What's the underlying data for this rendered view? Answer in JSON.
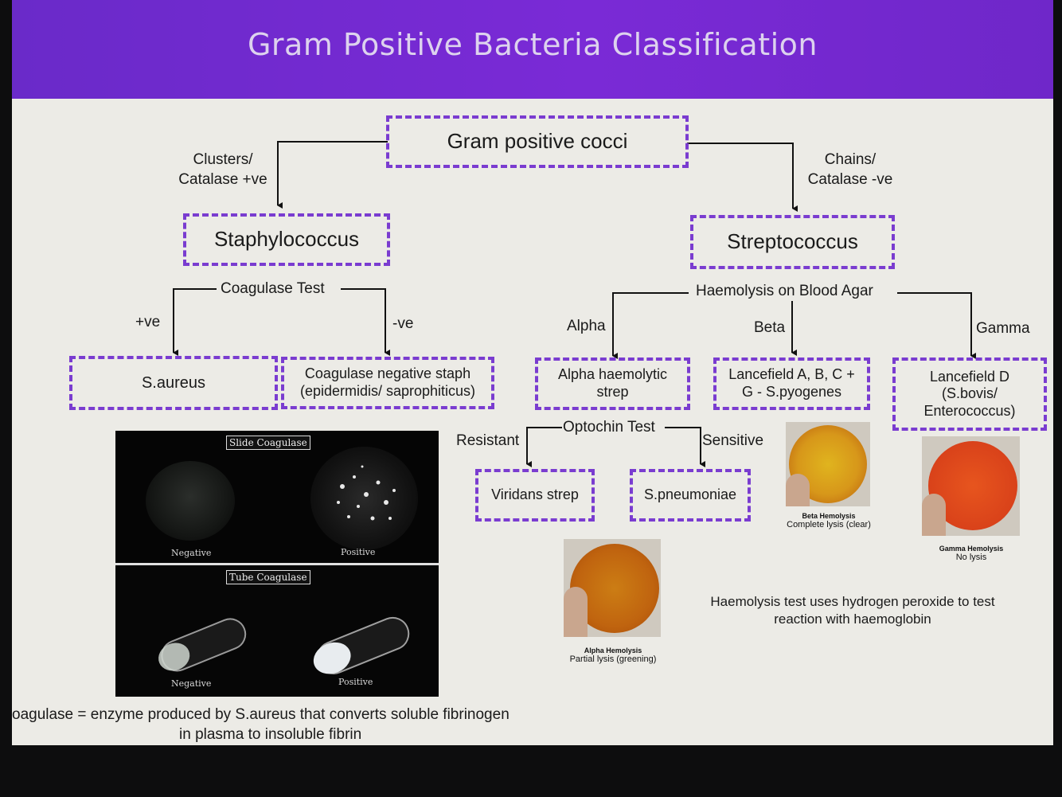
{
  "title": "Gram Positive Bacteria Classification",
  "root": "Gram positive cocci",
  "left_branch": {
    "label": "Clusters/\nCatalase +ve",
    "node": "Staphylococcus"
  },
  "right_branch": {
    "label": "Chains/\nCatalase -ve",
    "node": "Streptococcus"
  },
  "coag": {
    "test": "Coagulase Test",
    "pos": "+ve",
    "neg": "-ve",
    "pos_node": "S.aureus",
    "neg_node": "Coagulase negative staph\n(epidermidis/ saprophiticus)"
  },
  "haem": {
    "test": "Haemolysis on Blood Agar",
    "alpha": "Alpha",
    "beta": "Beta",
    "gamma": "Gamma",
    "alpha_node": "Alpha haemolytic\nstrep",
    "beta_node": "Lancefield A, B, C +\nG - S.pyogenes",
    "gamma_node": "Lancefield D\n(S.bovis/\nEnterococcus)"
  },
  "opto": {
    "test": "Optochin Test",
    "resistant": "Resistant",
    "sensitive": "Sensitive",
    "resistant_node": "Viridans strep",
    "sensitive_node": "S.pneumoniae"
  },
  "coag_photo": {
    "slide_tag": "Slide Coagulase",
    "tube_tag": "Tube Coagulase",
    "neg1": "Negative",
    "pos1": "Positive",
    "neg2": "Negative",
    "pos2": "Positive"
  },
  "plates": {
    "beta_title": "Beta Hemolysis",
    "beta_sub": "Complete lysis (clear)",
    "gamma_title": "Gamma Hemolysis",
    "gamma_sub": "No lysis",
    "alpha_title": "Alpha Hemolysis",
    "alpha_sub": "Partial lysis (greening)"
  },
  "note_haem": "Haemolysis test uses hydrogen peroxide to test\nreaction with haemoglobin",
  "note_coag": "oagulase = enzyme produced by S.aureus that converts soluble fibrinogen\nin plasma to insoluble fibrin",
  "colors": {
    "banner": "#7a2ad6",
    "dash": "#7a3cd0",
    "slide": "#ecebe6"
  }
}
